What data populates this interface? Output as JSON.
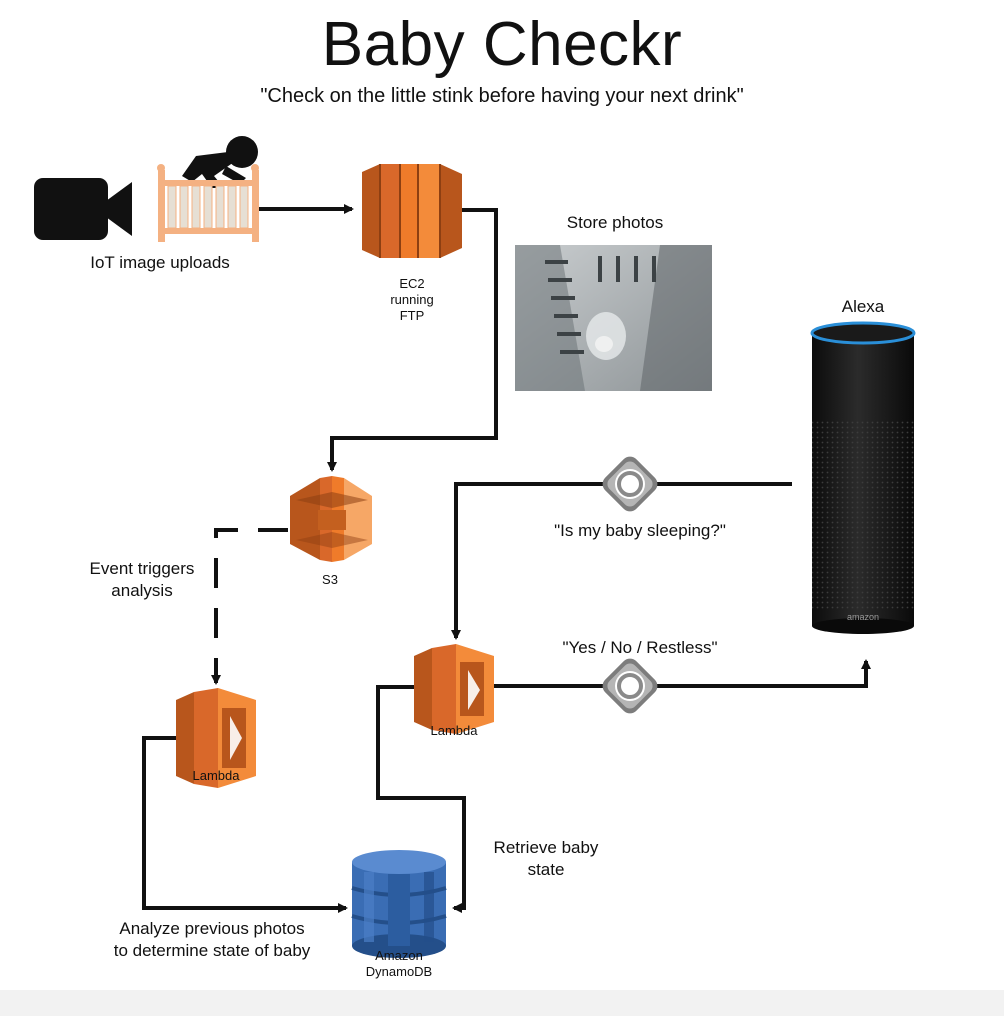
{
  "title": "Baby Checkr",
  "subtitle": "\"Check on the little stink before having your next drink\"",
  "nodes": {
    "iot": {
      "label": "IoT image uploads"
    },
    "ec2": {
      "label_lines": [
        "EC2",
        "running",
        "FTP"
      ]
    },
    "photos": {
      "label": "Store photos"
    },
    "alexa": {
      "label": "Alexa",
      "brand": "amazon"
    },
    "s3": {
      "label": "S3"
    },
    "lambda_left": {
      "label": "Lambda"
    },
    "lambda_right": {
      "label": "Lambda"
    },
    "dynamodb": {
      "label_lines": [
        "Amazon",
        "DynamoDB"
      ]
    }
  },
  "edges": {
    "event_trigger": {
      "label_lines": [
        "Event triggers",
        "analysis"
      ]
    },
    "ask": {
      "label": "\"Is my baby sleeping?\""
    },
    "answer": {
      "label": "\"Yes / No / Restless\""
    },
    "retrieve": {
      "label_lines": [
        "Retrieve baby",
        "state"
      ]
    },
    "analyze": {
      "label_lines": [
        "Analyze previous photos",
        "to determine state of baby"
      ]
    }
  },
  "colors": {
    "aws_orange": "#ef7b2a",
    "aws_orange_dark": "#b8561c",
    "aws_orange_light": "#f6a766",
    "dynamo_blue": "#3a6db4",
    "dynamo_blue_dark": "#244f8a",
    "alexa_ring": "#2a8fd8",
    "arrow": "#111111"
  },
  "icons": [
    "video-camera-icon",
    "crib-icon",
    "ec2-icon",
    "s3-icon",
    "lambda-icon",
    "dynamodb-icon",
    "alexa-echo-icon",
    "skill-connector-icon"
  ]
}
